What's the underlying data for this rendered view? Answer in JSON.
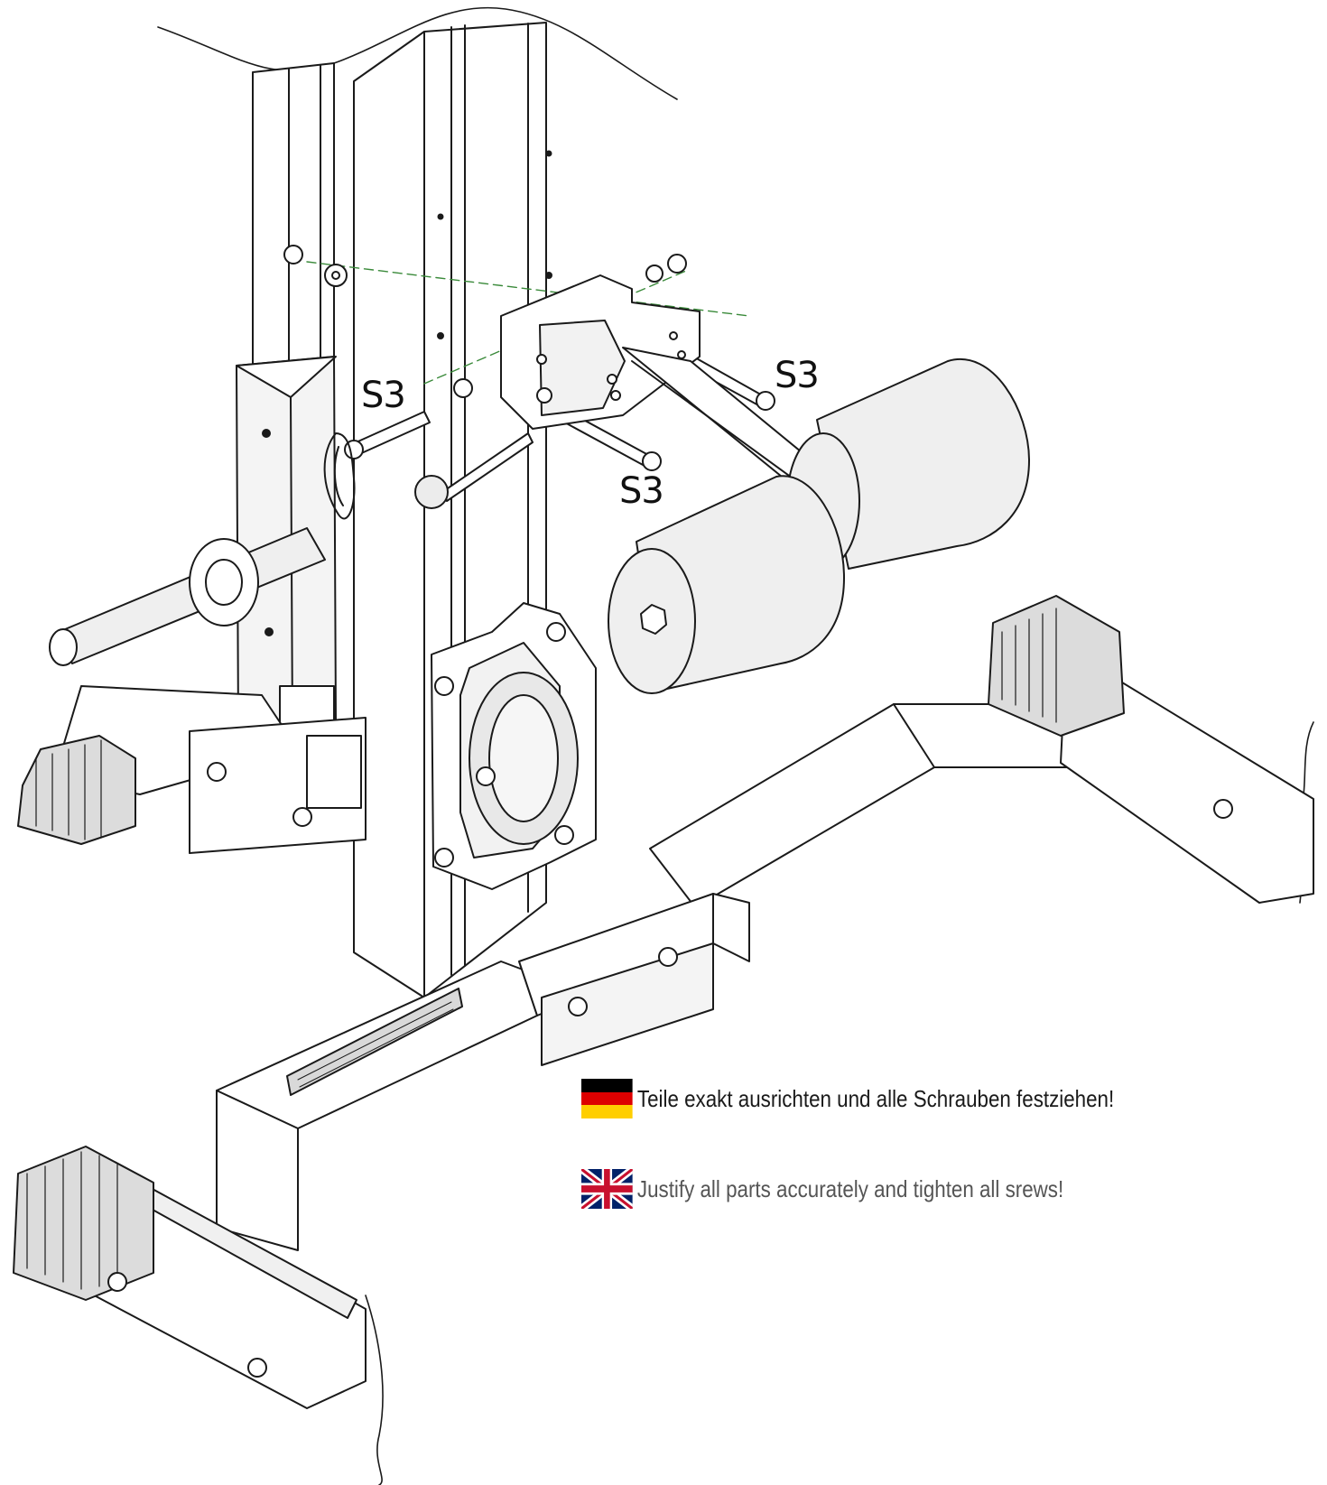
{
  "callouts": {
    "s3_left": "S3",
    "s3_right": "S3",
    "s3_bottom": "S3"
  },
  "notes": {
    "german": {
      "text": "Teile exakt ausrichten und alle Schrauben festziehen!",
      "color": "#1a1a1a",
      "flag_icon": "german-flag-icon"
    },
    "english": {
      "text": "Justify all parts accurately and tighten all srews!",
      "color": "#555555",
      "flag_icon": "uk-flag-icon"
    }
  },
  "colors": {
    "line": "#1a1a1a",
    "part_fill": "#ebebeb",
    "pad_fill": "#dcdcdc",
    "axis_line": "#3a8a3a",
    "flag_de_black": "#000000",
    "flag_de_red": "#dd0000",
    "flag_de_gold": "#ffce00",
    "flag_uk_blue": "#012169",
    "flag_uk_red": "#c8102e"
  }
}
